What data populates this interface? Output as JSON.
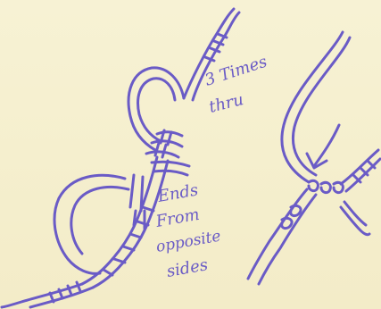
{
  "colors": {
    "paper": "#f6f0cf",
    "ink": "#6a5bc6"
  },
  "labels": {
    "three_times": "3 Times",
    "thru": "thru",
    "ends_line1": "Ends",
    "ends_line2": "From",
    "ends_line3": "opposite",
    "ends_line4": "sides"
  }
}
